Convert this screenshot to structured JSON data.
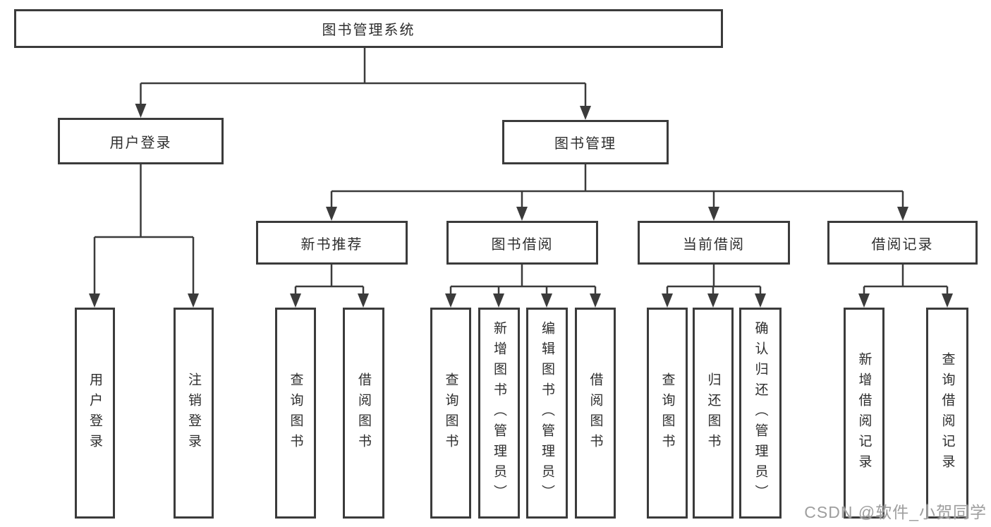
{
  "diagram_title": "图书管理系统",
  "tree": {
    "label": "图书管理系统",
    "children": [
      {
        "label": "用户登录",
        "children": [
          {
            "label": "用户登录"
          },
          {
            "label": "注销登录"
          }
        ]
      },
      {
        "label": "图书管理",
        "children": [
          {
            "label": "新书推荐",
            "children": [
              {
                "label": "查询图书"
              },
              {
                "label": "借阅图书"
              }
            ]
          },
          {
            "label": "图书借阅",
            "children": [
              {
                "label": "查询图书"
              },
              {
                "label": "新增图书（管理员）"
              },
              {
                "label": "编辑图书（管理员）"
              },
              {
                "label": "借阅图书"
              }
            ]
          },
          {
            "label": "当前借阅",
            "children": [
              {
                "label": "查询图书"
              },
              {
                "label": "归还图书"
              },
              {
                "label": "确认归还（管理员）"
              }
            ]
          },
          {
            "label": "借阅记录",
            "children": [
              {
                "label": "新增借阅记录"
              },
              {
                "label": "查询借阅记录"
              }
            ]
          }
        ]
      }
    ]
  },
  "colors": {
    "line": "#3b3b3b",
    "text": "#2e2e2e",
    "background": "#ffffff",
    "watermark": "#9e9e9e"
  },
  "watermark": "CSDN @软件_小贺同学"
}
